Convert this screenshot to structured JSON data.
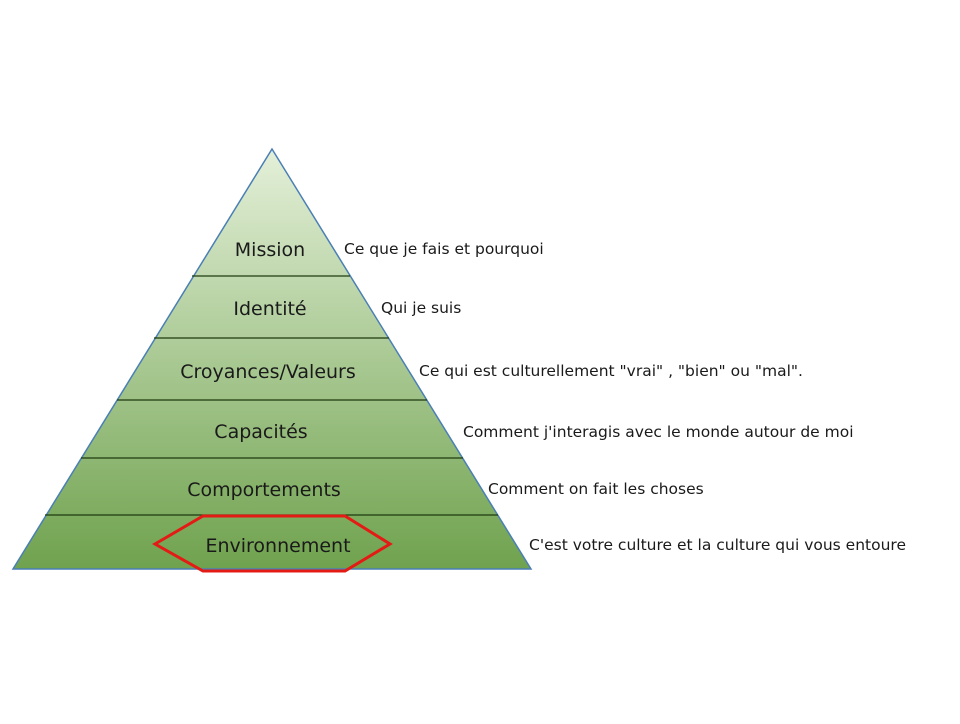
{
  "pyramid": {
    "levels": [
      {
        "label": "Mission",
        "description": "Ce que je fais et pourquoi"
      },
      {
        "label": "Identité",
        "description": "Qui je suis"
      },
      {
        "label": "Croyances/Valeurs",
        "description": "Ce qui est culturellement \"vrai\" , \"bien\" ou \"mal\"."
      },
      {
        "label": "Capacités",
        "description": "Comment j'interagis avec le monde autour de moi"
      },
      {
        "label": "Comportements",
        "description": "Comment on fait les choses"
      },
      {
        "label": "Environnement",
        "description": "C'est votre culture et la culture qui vous entoure"
      }
    ],
    "highlighted_level": "Environnement"
  },
  "colors": {
    "fill_top": "#e4f0d9",
    "fill_bottom": "#6fa24e",
    "outline": "#4a7fb5",
    "divider": "#1f3b0f",
    "highlight": "#e31b14",
    "text": "#1a1a1a"
  }
}
